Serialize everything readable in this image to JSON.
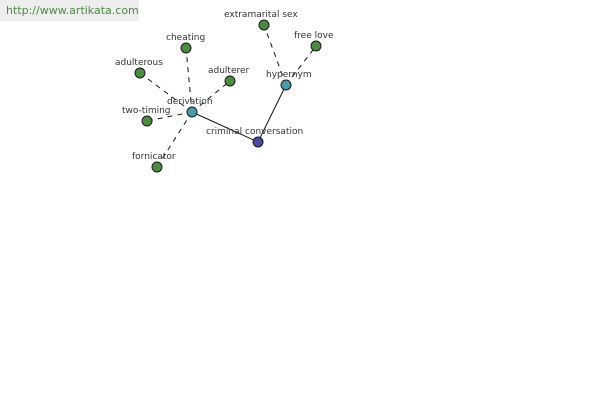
{
  "banner": {
    "url": "http://www.artikata.com"
  },
  "colors": {
    "leaf": "#4d8a44",
    "hub": "#4a9aa8",
    "center": "#4a4a9a",
    "stroke": "#1a1a1a"
  },
  "graph": {
    "nodes": [
      {
        "id": "criminal-conversation",
        "label": "criminal conversation",
        "kind": "center"
      },
      {
        "id": "derivation",
        "label": "derivation",
        "kind": "hub"
      },
      {
        "id": "hypernym",
        "label": "hypernym",
        "kind": "hub"
      },
      {
        "id": "extramarital-sex",
        "label": "extramarital sex",
        "kind": "leaf"
      },
      {
        "id": "free-love",
        "label": "free love",
        "kind": "leaf"
      },
      {
        "id": "cheating",
        "label": "cheating",
        "kind": "leaf"
      },
      {
        "id": "adulterous",
        "label": "adulterous",
        "kind": "leaf"
      },
      {
        "id": "adulterer",
        "label": "adulterer",
        "kind": "leaf"
      },
      {
        "id": "two-timing",
        "label": "two-timing",
        "kind": "leaf"
      },
      {
        "id": "fornicator",
        "label": "fornicator",
        "kind": "leaf"
      }
    ],
    "edges": [
      {
        "from": "criminal-conversation",
        "to": "derivation",
        "style": "solid"
      },
      {
        "from": "criminal-conversation",
        "to": "hypernym",
        "style": "solid"
      },
      {
        "from": "hypernym",
        "to": "extramarital-sex",
        "style": "dashed"
      },
      {
        "from": "hypernym",
        "to": "free-love",
        "style": "dashed"
      },
      {
        "from": "derivation",
        "to": "cheating",
        "style": "dashed"
      },
      {
        "from": "derivation",
        "to": "adulterous",
        "style": "dashed"
      },
      {
        "from": "derivation",
        "to": "adulterer",
        "style": "dashed"
      },
      {
        "from": "derivation",
        "to": "two-timing",
        "style": "dashed"
      },
      {
        "from": "derivation",
        "to": "fornicator",
        "style": "dashed"
      }
    ]
  }
}
